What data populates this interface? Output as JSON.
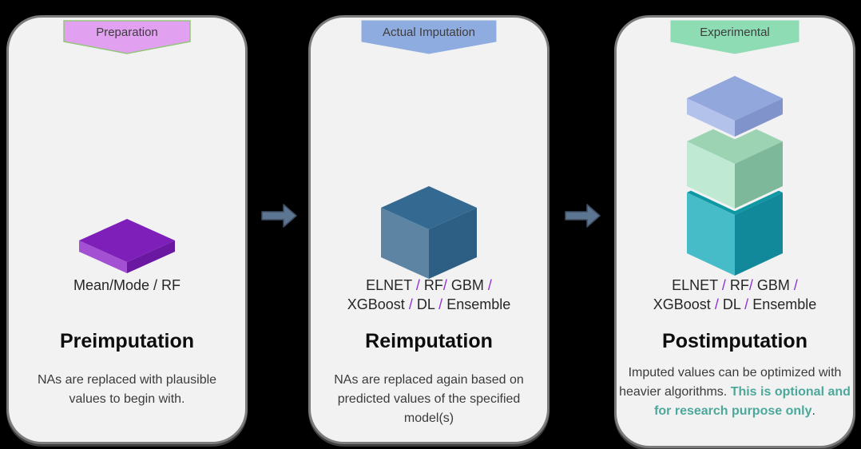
{
  "colors": {
    "card_bg": "#f2f2f3",
    "card_border": "#7b7b7b",
    "arrow_fill": "#5c7590",
    "arrow_stroke": "#3e4e62",
    "slash_purple": "#8e2fd6",
    "accent_teal": "#4ca89a",
    "purple_slab": {
      "top": "#7d1fb8",
      "left": "#a351d2",
      "right": "#6a18a2"
    },
    "blue_cube": {
      "top": "#346a92",
      "left": "#5d84a3",
      "right": "#2d5e83"
    },
    "periwinkle_slab": {
      "top": "#92a7db",
      "left": "#b3c2ea",
      "right": "#8093cb"
    },
    "green_cube": {
      "top": "#9cd4b3",
      "left": "#bfe9d3",
      "right": "#7cb899"
    },
    "teal_cube": {
      "top": "#0e98a3",
      "left": "#45bcc7",
      "right": "#11899a"
    }
  },
  "arrows": [
    {
      "name": "arrow-1"
    },
    {
      "name": "arrow-2"
    }
  ],
  "cards": [
    {
      "ribbon": {
        "label": "Preparation",
        "fill": "#e2a0f0",
        "stroke": "#93c57b"
      },
      "icon": "purple-slab-icon",
      "algo": {
        "lines": [
          "Mean/Mode / RF"
        ]
      },
      "title": "Preimputation",
      "description_parts": [
        {
          "text": "NAs are replaced with plausible values to begin with."
        }
      ]
    },
    {
      "ribbon": {
        "label": "Actual Imputation",
        "fill": "#8face1",
        "stroke": "#8face1"
      },
      "icon": "blue-cube-icon",
      "algo": {
        "lines": [
          "ELNET / RF/ GBM /",
          "XGBoost / DL / Ensemble"
        ],
        "slash_color": "#8e2fd6"
      },
      "title": "Reimputation",
      "description_parts": [
        {
          "text": "NAs are replaced again based on predicted values of the specified model(s)"
        }
      ]
    },
    {
      "ribbon": {
        "label": "Experimental",
        "fill": "#8edcb4",
        "stroke": "#8edcb4"
      },
      "icon": "stacked-cubes-icon",
      "algo": {
        "lines": [
          "ELNET / RF/ GBM /",
          "XGBoost / DL / Ensemble"
        ],
        "slash_color": "#8e2fd6"
      },
      "title": "Postimputation",
      "description_parts": [
        {
          "text": "Imputed values can be optimized with heavier algorithms. "
        },
        {
          "text": "This is optional and for research purpose only",
          "color": "#4ca89a"
        },
        {
          "text": "."
        }
      ]
    }
  ]
}
